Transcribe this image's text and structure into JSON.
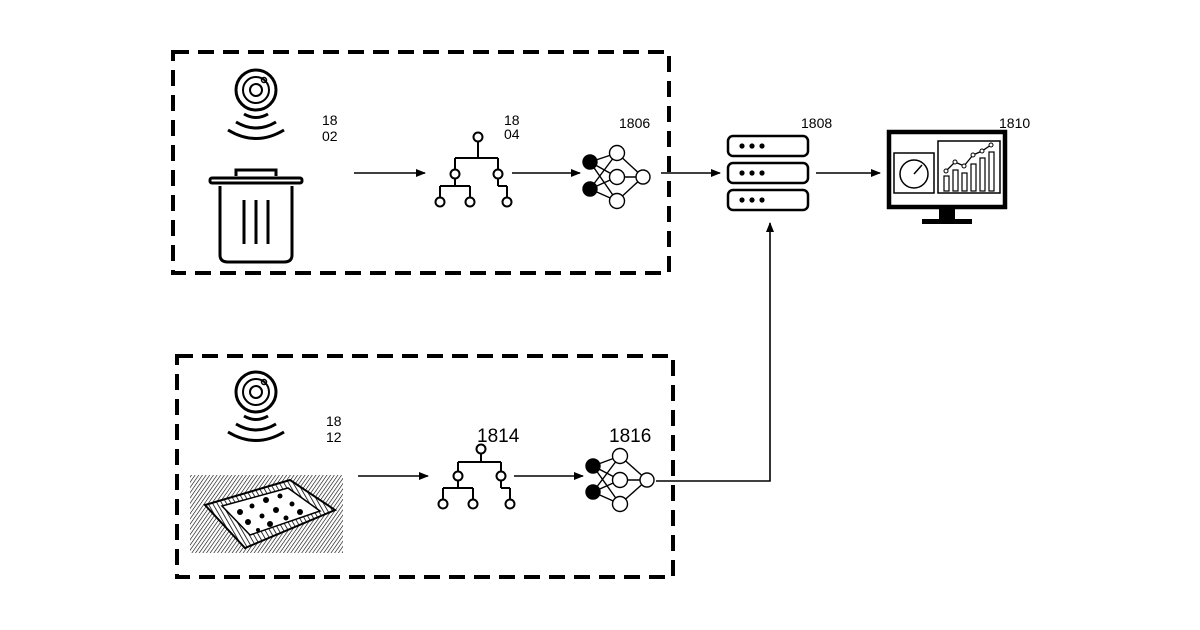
{
  "labels": {
    "sensor_top": [
      "18",
      "02"
    ],
    "tree_top": [
      "18",
      "04"
    ],
    "nn_top": "1806",
    "server": "1808",
    "monitor": "1810",
    "sensor_bottom": [
      "18",
      "12"
    ],
    "tree_bottom": "1814",
    "nn_bottom": "1816"
  },
  "icons": [
    "sensor-icon",
    "trash-bin-icon",
    "decision-tree-icon",
    "neural-network-icon",
    "server-icon",
    "monitor-dashboard-icon",
    "photo-tray-image"
  ],
  "colors": {
    "ink": "#000000",
    "background": "#ffffff"
  }
}
